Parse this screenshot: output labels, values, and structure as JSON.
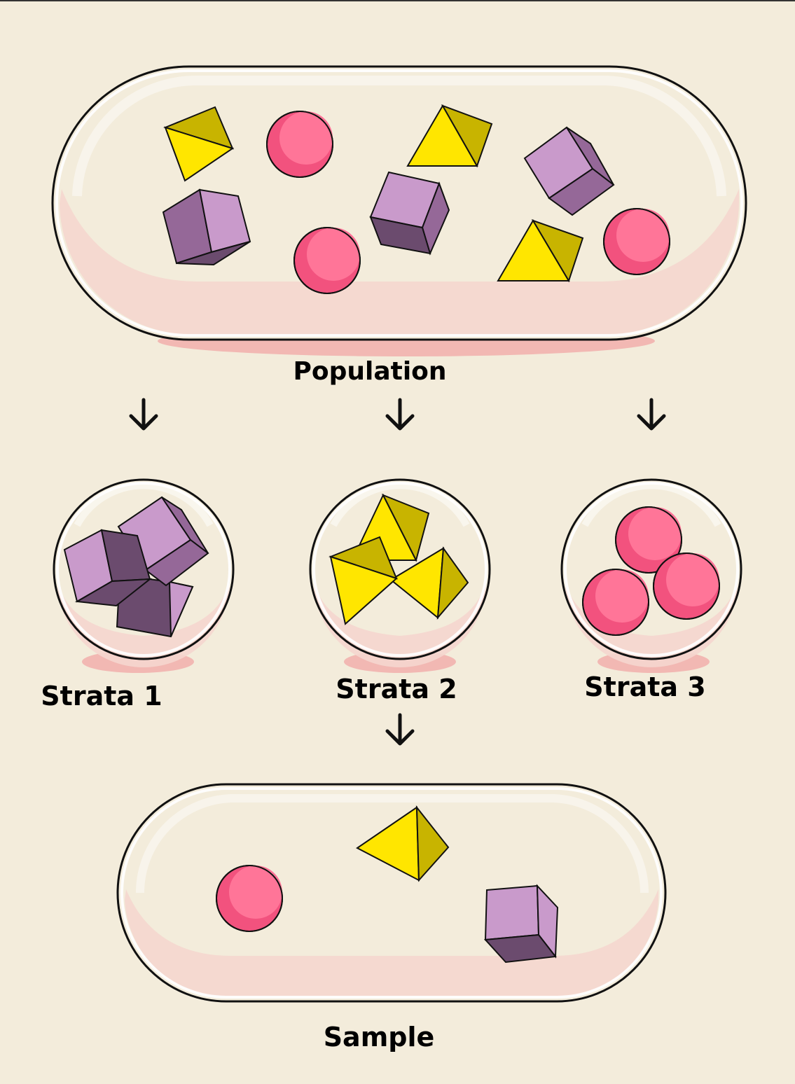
{
  "labels": {
    "population": "Population",
    "strata_1": "Strata 1",
    "strata_2": "Strata 2",
    "strata_3": "Strata 3",
    "sample": "Sample"
  },
  "colors": {
    "background": "#f3ecdb",
    "capsule_tint": "#f5d6ce",
    "shadow": "#f2b8b3",
    "sphere": "#ff7598",
    "sphere_shade": "#f2527e",
    "cube_light": "#c99acb",
    "cube_mid": "#956898",
    "cube_dark": "#6b4b6e",
    "pyramid_yellow": "#ffe600",
    "pyramid_olive": "#c8b400",
    "stroke": "#111111"
  }
}
